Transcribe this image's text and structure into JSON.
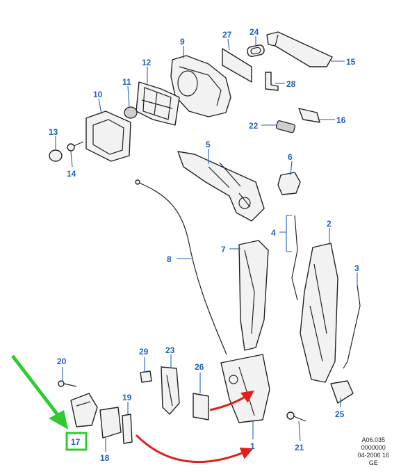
{
  "callouts": {
    "c1": "1",
    "c2": "2",
    "c3": "3",
    "c4": "4",
    "c5": "5",
    "c6": "6",
    "c7": "7",
    "c8": "8",
    "c9": "9",
    "c10": "10",
    "c11": "11",
    "c12": "12",
    "c13": "13",
    "c14": "14",
    "c15": "15",
    "c16": "16",
    "c17": "17",
    "c18": "18",
    "c19": "19",
    "c20": "20",
    "c21": "21",
    "c22": "22",
    "c23": "23",
    "c24": "24",
    "c25": "25",
    "c26": "26",
    "c27": "27",
    "c28": "28",
    "c29": "29"
  },
  "highlighted_part": "17",
  "reference": {
    "line1": "A06.035",
    "line2": "0000000",
    "line3": "04-2006 16",
    "line4": "GE"
  },
  "colors": {
    "callout": "#1f5fbf",
    "highlight": "#2ecc2e",
    "flow_arrow": "#e0201a"
  }
}
